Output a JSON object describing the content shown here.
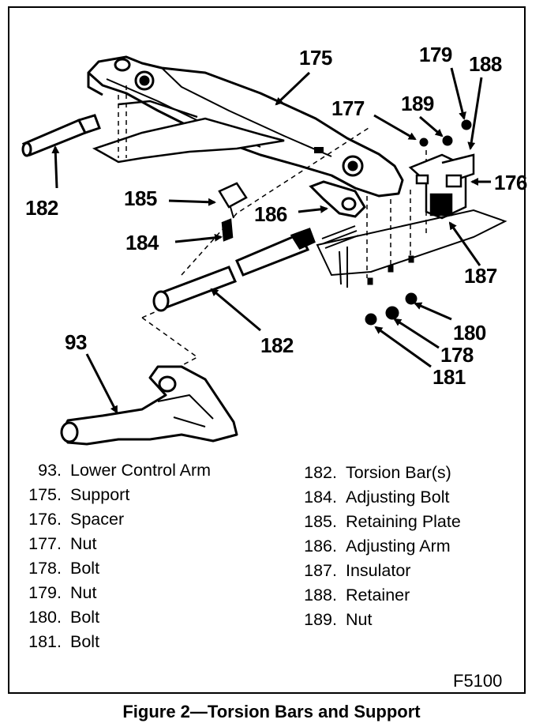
{
  "callouts": {
    "c175": "175",
    "c179": "179",
    "c188": "188",
    "c177": "177",
    "c189": "189",
    "c176": "176",
    "c182_left": "182",
    "c185": "185",
    "c186": "186",
    "c184": "184",
    "c187": "187",
    "c182_mid": "182",
    "c93": "93",
    "c180": "180",
    "c178": "178",
    "c181": "181"
  },
  "legend": {
    "left": [
      {
        "num": "93.",
        "label": "Lower Control Arm"
      },
      {
        "num": "175.",
        "label": "Support"
      },
      {
        "num": "176.",
        "label": "Spacer"
      },
      {
        "num": "177.",
        "label": "Nut"
      },
      {
        "num": "178.",
        "label": "Bolt"
      },
      {
        "num": "179.",
        "label": "Nut"
      },
      {
        "num": "180.",
        "label": "Bolt"
      },
      {
        "num": "181.",
        "label": "Bolt"
      }
    ],
    "right": [
      {
        "num": "182.",
        "label": "Torsion Bar(s)"
      },
      {
        "num": "184.",
        "label": "Adjusting Bolt"
      },
      {
        "num": "185.",
        "label": "Retaining Plate"
      },
      {
        "num": "186.",
        "label": "Adjusting Arm"
      },
      {
        "num": "187.",
        "label": "Insulator"
      },
      {
        "num": "188.",
        "label": "Retainer"
      },
      {
        "num": "189.",
        "label": "Nut"
      }
    ]
  },
  "figure_code": "F5100",
  "caption": "Figure 2—Torsion Bars and Support"
}
